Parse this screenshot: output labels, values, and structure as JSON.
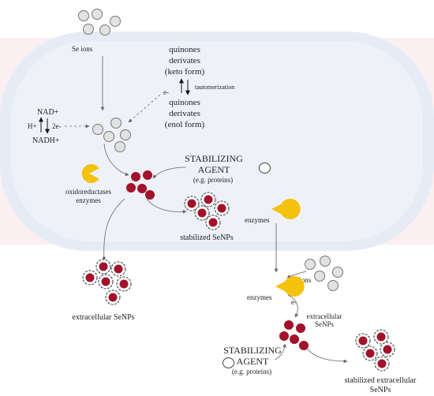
{
  "colors": {
    "cell_fill": "#eef2f8",
    "cell_outer": "#e6ecf6",
    "pink_band": "#fbeff2",
    "ion_fill": "#e2e2e2",
    "ion_stroke": "#777777",
    "nanoparticle": "#a3122a",
    "enzyme": "#f4c20d",
    "arrow": "#777777",
    "text": "#222222"
  },
  "labels": {
    "se_ions_top": "Se ions",
    "quinones_keto": [
      "quinones",
      "derivates",
      "(keto form)"
    ],
    "tautomerization": "tautomerization",
    "quinones_enol": [
      "quinones",
      "derivates",
      "(enol form)"
    ],
    "electron_upper": "e-",
    "nad": "NAD+",
    "h_plus": "H+",
    "two_e": "2e-",
    "nadh": "NADH+",
    "stabilizing_agent_1": [
      "STABILIZING",
      "AGENT"
    ],
    "eg_proteins_1": "(e.g. proteins)",
    "oxidoreductases": [
      "oxidoreductases",
      "enzymes"
    ],
    "stabilized_senps": "stabilized SeNPs",
    "enzymes_right": "enzymes",
    "extracellular_senps_left": "extracellular SeNPs",
    "se_ions_right": "Se ions",
    "enzymes_lower": "enzymes",
    "electron_lower": "e-",
    "extracellular_senps_right": [
      "extracellular",
      "SeNPs"
    ],
    "stabilizing_agent_2": [
      "STABILIZING",
      "AGENT"
    ],
    "eg_proteins_2": "(e.g. proteins)",
    "stabilized_extracellular": [
      "stabilized extracellular",
      "SeNPs"
    ]
  }
}
